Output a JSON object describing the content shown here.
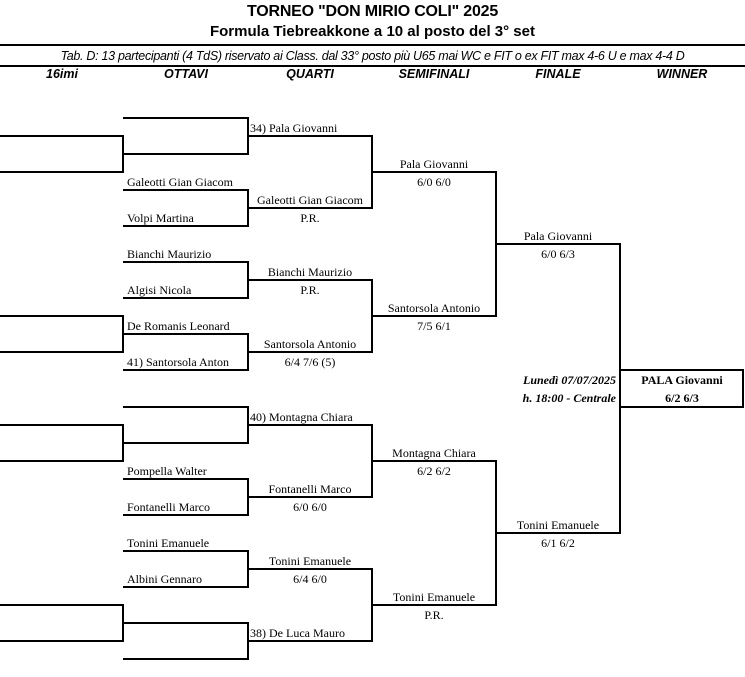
{
  "header": {
    "title": "TORNEO \"DON MIRIO COLI\" 2025",
    "subtitle": "Formula Tiebreakkone a 10 al posto del 3° set",
    "note": "Tab. D: 13 partecipanti (4 TdS) riservato ai Class. dal 33° posto più U65 mai WC e FIT o ex FIT max 4-6 U e max 4-4 D"
  },
  "columns": [
    "16imi",
    "OTTAVI",
    "QUARTI",
    "SEMIFINALI",
    "FINALE",
    "WINNER"
  ],
  "ottavi": [
    "Galeotti Gian Giacom",
    "Volpi Martina",
    "Bianchi Maurizio",
    "Algisi Nicola",
    "De Romanis Leonard",
    "41) Santorsola Anton",
    "Pompella Walter",
    "Fontanelli Marco",
    "Tonini Emanuele",
    "Albini Gennaro"
  ],
  "quarti": [
    {
      "name": "34) Pala Giovanni",
      "score": ""
    },
    {
      "name": "Galeotti Gian Giacom",
      "score": "P.R."
    },
    {
      "name": "Bianchi Maurizio",
      "score": "P.R."
    },
    {
      "name": "Santorsola Antonio",
      "score": "6/4  7/6 (5)"
    },
    {
      "name": "40) Montagna Chiara",
      "score": ""
    },
    {
      "name": "Fontanelli Marco",
      "score": "6/0  6/0"
    },
    {
      "name": "Tonini Emanuele",
      "score": "6/4  6/0"
    },
    {
      "name": "38) De Luca Mauro",
      "score": ""
    }
  ],
  "semifinali": [
    {
      "name": "Pala Giovanni",
      "score": "6/0  6/0"
    },
    {
      "name": "Santorsola Antonio",
      "score": "7/5  6/1"
    },
    {
      "name": "Montagna Chiara",
      "score": "6/2  6/2"
    },
    {
      "name": "Tonini Emanuele",
      "score": "P.R."
    }
  ],
  "finale": [
    {
      "name": "Pala Giovanni",
      "score": "6/0  6/3"
    },
    {
      "name": "Tonini Emanuele",
      "score": "6/1  6/2"
    }
  ],
  "final_info": {
    "date": "Lunedì 07/07/2025",
    "time": "h. 18:00 - Centrale"
  },
  "winner": {
    "name": "PALA  Giovanni",
    "score": "6/2  6/3"
  }
}
